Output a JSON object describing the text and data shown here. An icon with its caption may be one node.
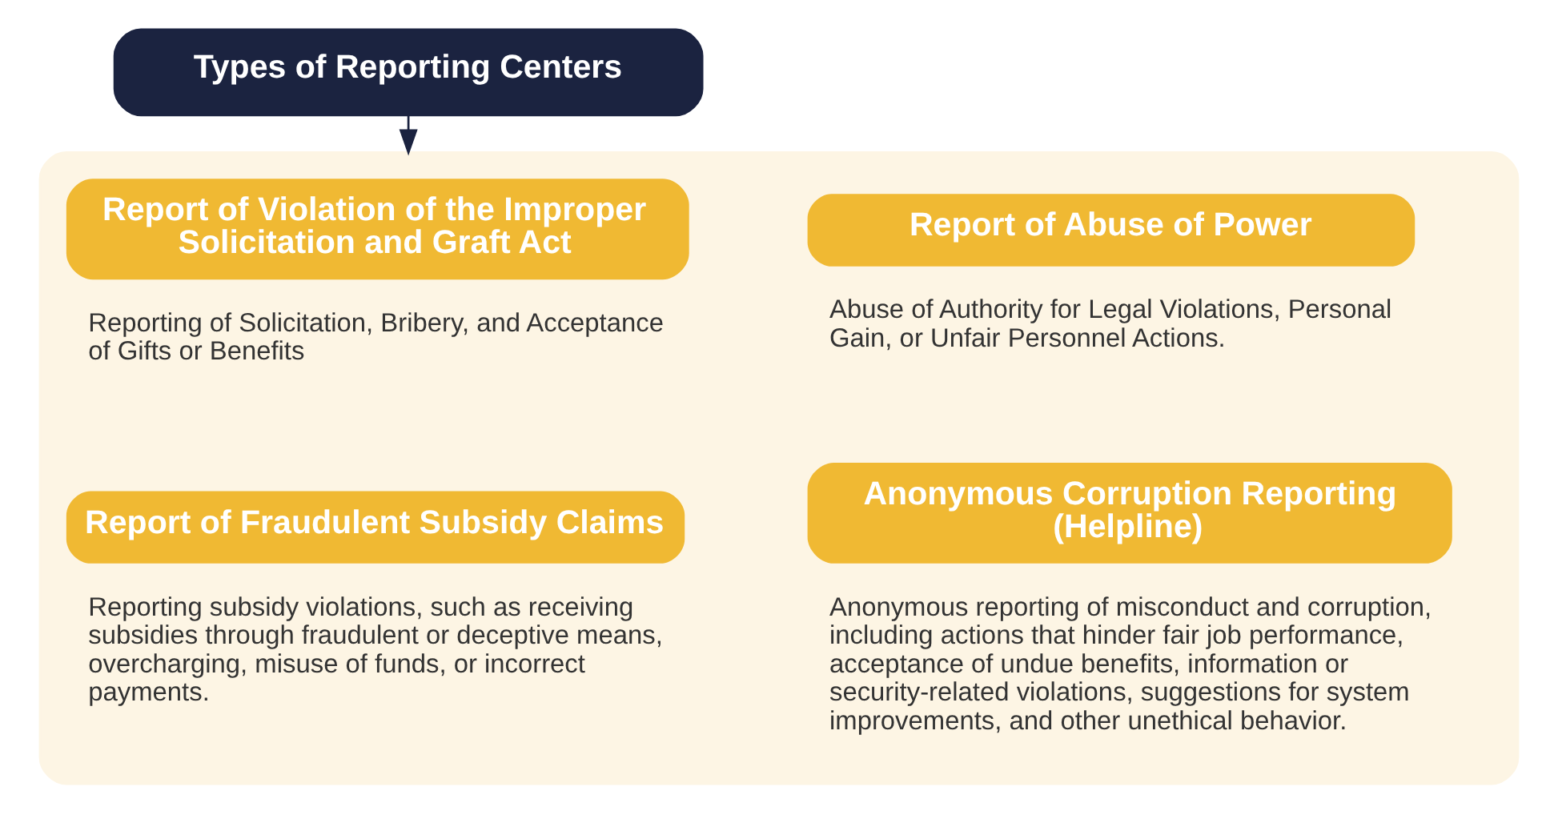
{
  "diagram": {
    "nodes": [
      {
        "text": [
          "Types of Reporting Centers"
        ]
      },
      {
        "text": [],
        "shape": "box"
      },
      {
        "text": [
          "Report of Violation of the Improper Solicitation and Graft Act",
          "Reporting of Solicitation, Bribery, and Acceptance of Gifts or Benefits"
        ],
        "in": 1
      },
      {
        "text": [
          "Report of Abuse of Power",
          "Abuse of Authority for Legal Violations, Personal Gain, or Unfair Personnel Actions."
        ],
        "in": 1
      },
      {
        "text": [
          "Report of Fraudulent Subsidy Claims",
          "Reporting subsidy violations, such as receiving subsidies through fraudulent or deceptive means, overcharging, misuse of funds, or incorrect payments."
        ],
        "in": 1
      },
      {
        "text": [
          "Anonymous Corruption Reporting (Helpline)",
          "Anonymous reporting of misconduct and corruption, including actions that hinder fair job performance, acceptance of undue benefits, information or security-related violations, suggestions for system improvements, and other unethical behavior."
        ],
        "in": 1
      }
    ],
    "edges": [
      {
        "from": 0,
        "to": 1,
        "arrow": "to"
      }
    ]
  }
}
